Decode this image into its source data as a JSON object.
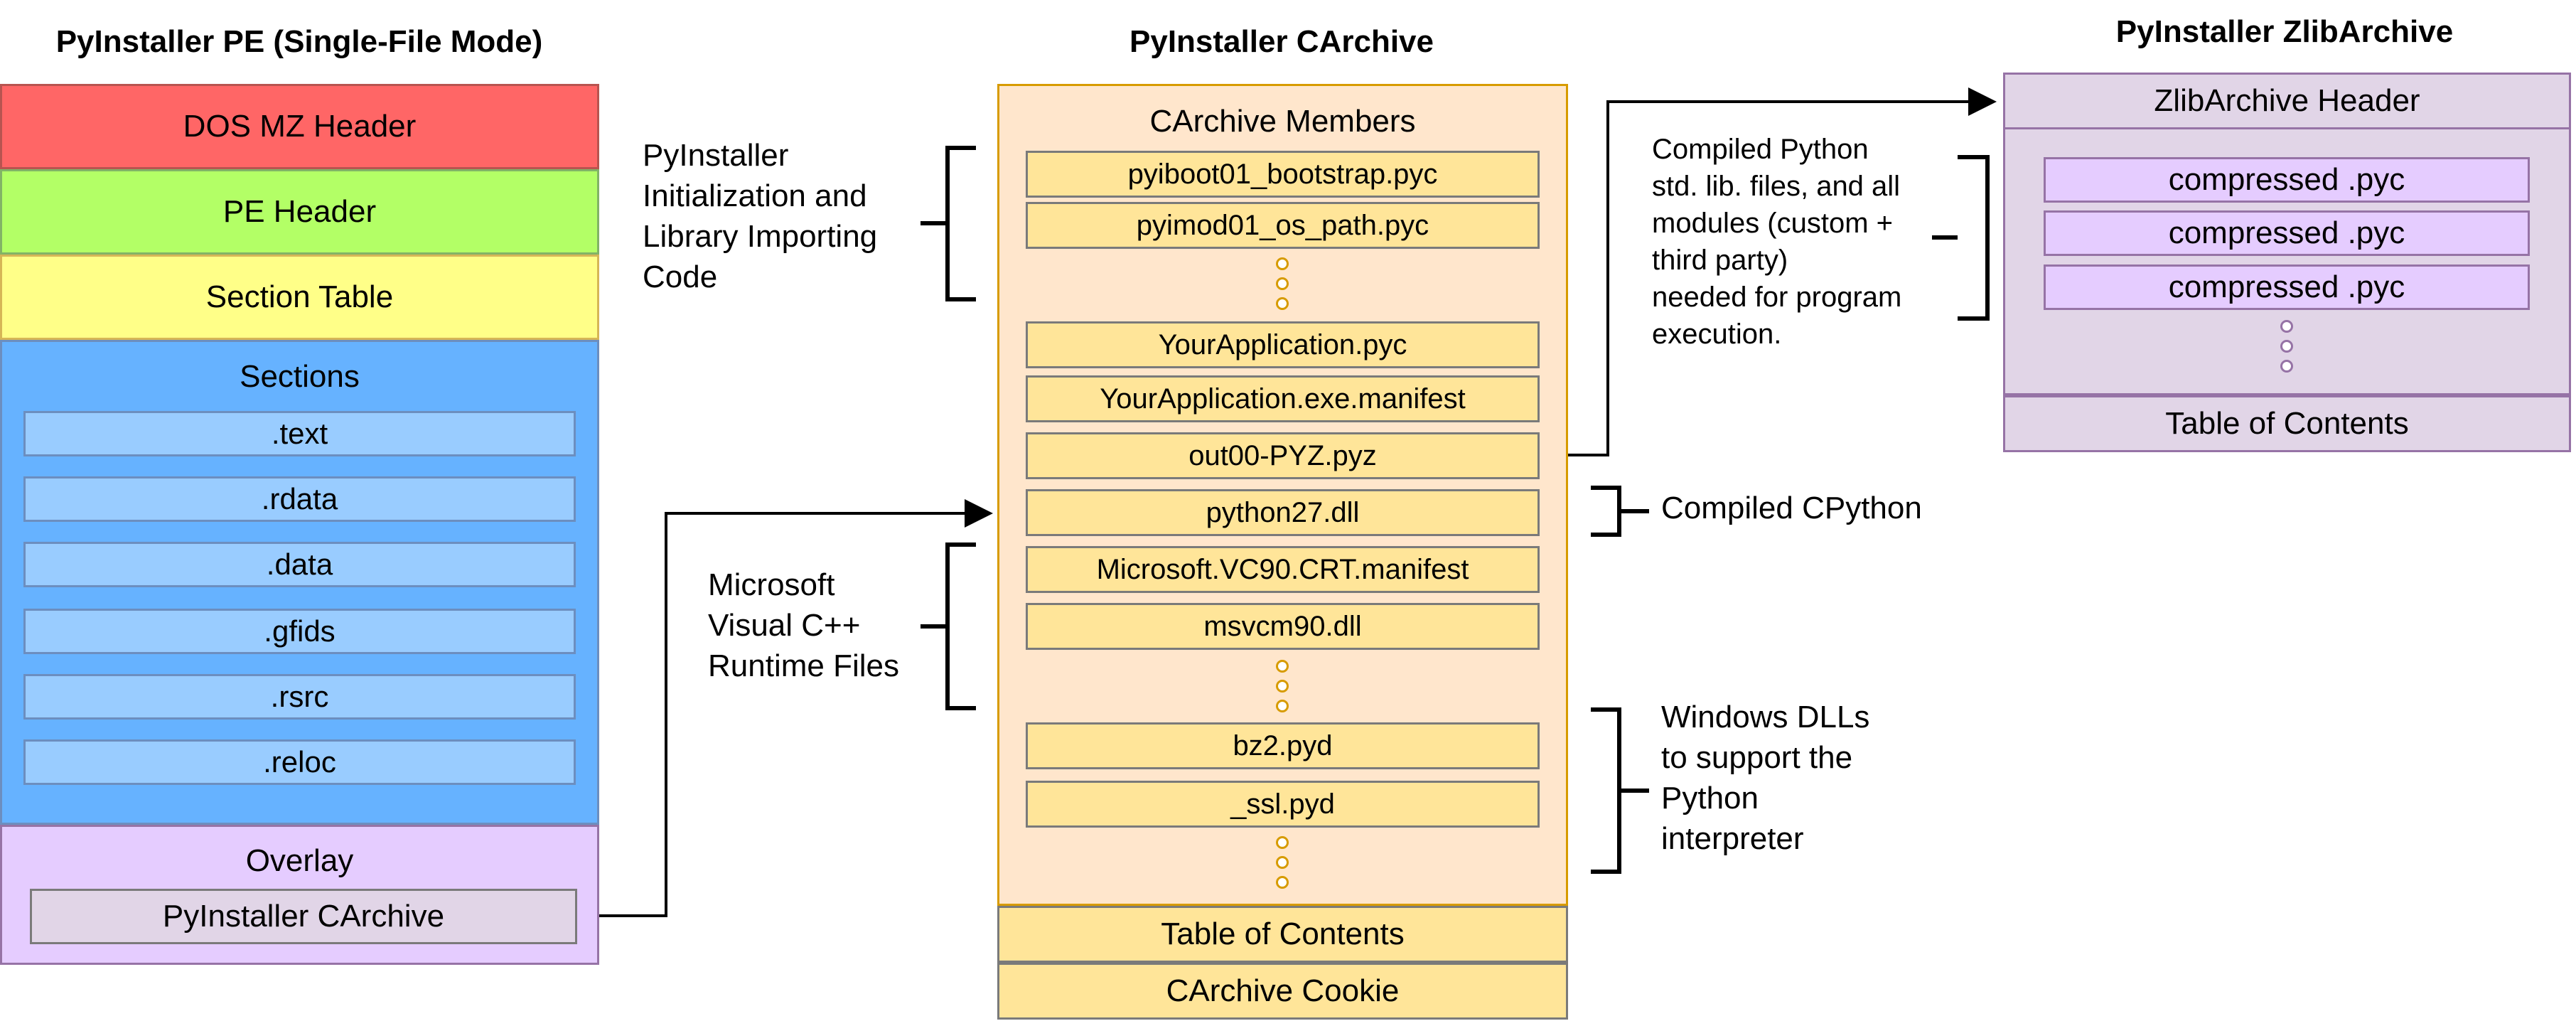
{
  "pe": {
    "title": "PyInstaller PE (Single-File Mode)",
    "dos_header": "DOS MZ Header",
    "pe_header": "PE Header",
    "section_table": "Section Table",
    "sections_label": "Sections",
    "sections": [
      ".text",
      ".rdata",
      ".data",
      ".gfids",
      ".rsrc",
      ".reloc"
    ],
    "overlay_label": "Overlay",
    "overlay_item": "PyInstaller CArchive"
  },
  "carchive": {
    "title": "PyInstaller CArchive",
    "members_label": "CArchive Members",
    "members": [
      "pyiboot01_bootstrap.pyc",
      "pyimod01_os_path.pyc",
      "YourApplication.pyc",
      "YourApplication.exe.manifest",
      "out00-PYZ.pyz",
      "python27.dll",
      "Microsoft.VC90.CRT.manifest",
      "msvcm90.dll",
      "bz2.pyd",
      "_ssl.pyd"
    ],
    "toc": "Table of Contents",
    "cookie": "CArchive Cookie"
  },
  "zlib": {
    "title": "PyInstaller ZlibArchive",
    "header": "ZlibArchive Header",
    "members": [
      "compressed .pyc",
      "compressed .pyc",
      "compressed .pyc"
    ],
    "toc": "Table of Contents"
  },
  "annotations": {
    "init_code": "PyInstaller\nInitialization and\nLibrary Importing\nCode",
    "vc_runtime": "Microsoft\nVisual C++\nRuntime Files",
    "compiled_cpython": "Compiled CPython",
    "windows_dlls": "Windows DLLs\nto support the\nPython\ninterpreter",
    "compiled_python": "Compiled Python\nstd. lib. files, and all\nmodules (custom +\nthird party)\nneeded for program\nexecution."
  },
  "colors": {
    "dos_header": "#ff6666",
    "pe_header": "#b3ff66",
    "section_table": "#ffff88",
    "sections_bg": "#66b2ff",
    "section_item": "#99ccff",
    "overlay_bg": "#e5ccff",
    "carchive_bg": "#ffe6cc",
    "carchive_border": "#d79b00",
    "member_bg": "#ffe599",
    "zlib_bg": "#e1d5e7",
    "zlib_item": "#e5ccff",
    "zlib_border": "#9673a6"
  }
}
